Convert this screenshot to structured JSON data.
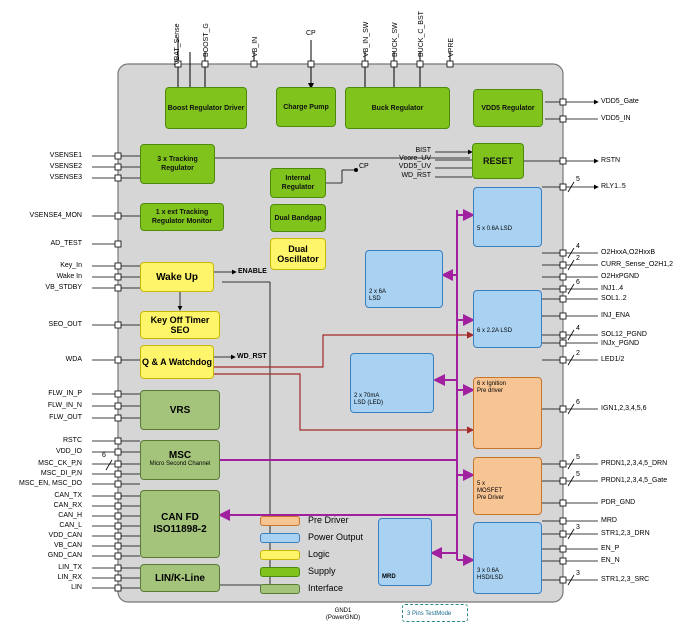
{
  "top_pins": [
    "VBAT_Sense",
    "BOOST_G",
    "VB_IN",
    "CP",
    "VB_IN_SW",
    "BUCK_SW",
    "BUCK_C_BST",
    "VPRE"
  ],
  "left_pins": [
    "VSENSE1",
    "VSENSE2",
    "VSENSE3",
    "VSENSE4_MON",
    "AD_TEST",
    "Key_In",
    "Wake In",
    "VB_STDBY",
    "SEO_OUT",
    "WDA",
    "FLW_IN_P",
    "FLW_IN_N",
    "FLW_OUT",
    "RSTC",
    "VDD_IO",
    "MSC_CK_P,N",
    "MSC_DI_P,N",
    "MSC_EN, MSC_DO",
    "CAN_TX",
    "CAN_RX",
    "CAN_H",
    "CAN_L",
    "VDD_CAN",
    "VB_CAN",
    "GND_CAN",
    "LIN_TX",
    "LIN_RX",
    "LIN"
  ],
  "right_pins": [
    "VDD5_Gate",
    "VDD5_IN",
    "RSTN",
    "RLY1..5",
    "O2HxxA,O2HxxB",
    "CURR_Sense_O2H1,2",
    "O2HxPGND",
    "INJ1..4",
    "SOL1..2",
    "INJ_ENA",
    "SOL12_PGND",
    "INJx_PGND",
    "LED1/2",
    "IGN1,2,3,4,5,6",
    "PRDN1,2,3,4,5_DRN",
    "PRDN1,2,3,4,5_Gate",
    "PDR_GND",
    "MRD",
    "STR1,2,3_DRN",
    "EN_P",
    "EN_N",
    "STR1,2,3_SRC"
  ],
  "bus_counts": {
    "rly": "5",
    "o2h_a": "4",
    "o2h_b": "2",
    "inj": "6",
    "sol": "4",
    "led": "2",
    "ign": "6",
    "prdn_drn": "5",
    "prdn_gate": "5",
    "str_drn": "3",
    "str_src": "3",
    "msc": "6"
  },
  "reset_inputs": [
    "BIST",
    "Vcore_UV",
    "VDD5_UV",
    "WD_RST"
  ],
  "blocks": {
    "boost": "Boost Regulator Driver",
    "charge_pump": "Charge Pump",
    "buck": "Buck Regulator",
    "vdd5": "VDD5 Regulator",
    "tracking": "3 x Tracking Regulator",
    "reset": "RESET",
    "internal_reg": "Internal Regulator",
    "cp_label": "CP",
    "ext_tracking": "1 x ext Tracking Regulator Monitor",
    "dual_bandgap": "Dual Bandgap",
    "dual_osc": "Dual Oscillator",
    "wake_up": "Wake Up",
    "enable_label": "ENABLE",
    "key_off": "Key Off Timer SEO",
    "qa": "Q & A Watchdog",
    "wd_rst_label": "WD_RST",
    "vrs": "VRS",
    "msc": "MSC",
    "msc_sub": "Micro Second Channel",
    "can": "CAN FD ISO11898-2",
    "lin": "LIN/K-Line"
  },
  "power_blocks": {
    "lsd_5x": "5 x 0.6A LSD",
    "lsd_2x6": "2 x 6A LSD",
    "lsd_6x22": "6 x 2.2A LSD",
    "lsd_led": "2 x 70mA LSD (LED)",
    "ign_pre": "6 x Ignition Pre driver",
    "mosfet_pre": "5 x MOSFET Pre Driver",
    "mrd": "MRD",
    "hsd_lsd": "3 x 0.6A HSD/LSD"
  },
  "legend": [
    {
      "label": "Pre Driver",
      "color": "#f7c494"
    },
    {
      "label": "Power Output",
      "color": "#a9d2f2"
    },
    {
      "label": "Logic",
      "color": "#fff56a"
    },
    {
      "label": "Supply",
      "color": "#7fc31c"
    },
    {
      "label": "Interface",
      "color": "#a5c47b"
    }
  ],
  "bottom": {
    "gnd": "GND1 (PowerGND)",
    "testmode": "3 Pins TestMode"
  },
  "colors": {
    "chip": "#d6d6d6",
    "bus": "#a020a0",
    "enable_line": "#a52a2a"
  }
}
